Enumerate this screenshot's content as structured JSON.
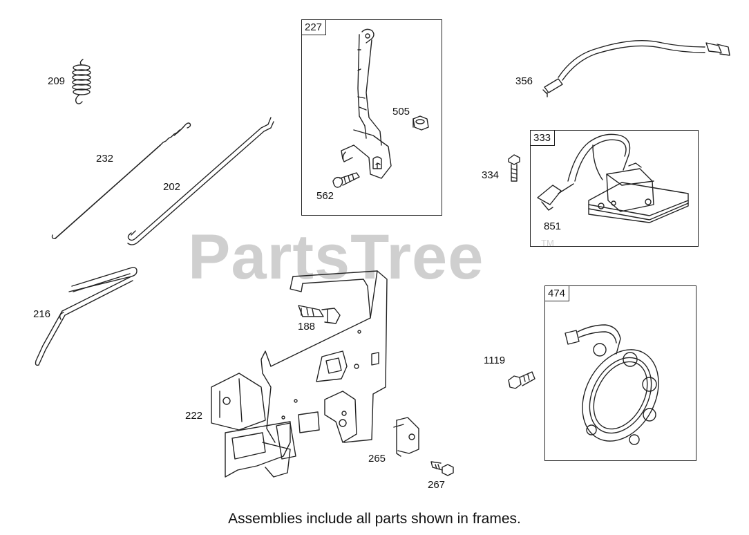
{
  "watermark": {
    "text": "PartsTree",
    "trademark": "TM"
  },
  "caption": "Assemblies include all parts shown in frames.",
  "frames": [
    {
      "id": "227"
    },
    {
      "id": "333"
    },
    {
      "id": "474"
    }
  ],
  "parts": {
    "p209": "209",
    "p232": "232",
    "p202": "202",
    "p216": "216",
    "p505": "505",
    "p562": "562",
    "p356": "356",
    "p334": "334",
    "p851": "851",
    "p188": "188",
    "p222": "222",
    "p265": "265",
    "p267": "267",
    "p1119": "1119"
  }
}
